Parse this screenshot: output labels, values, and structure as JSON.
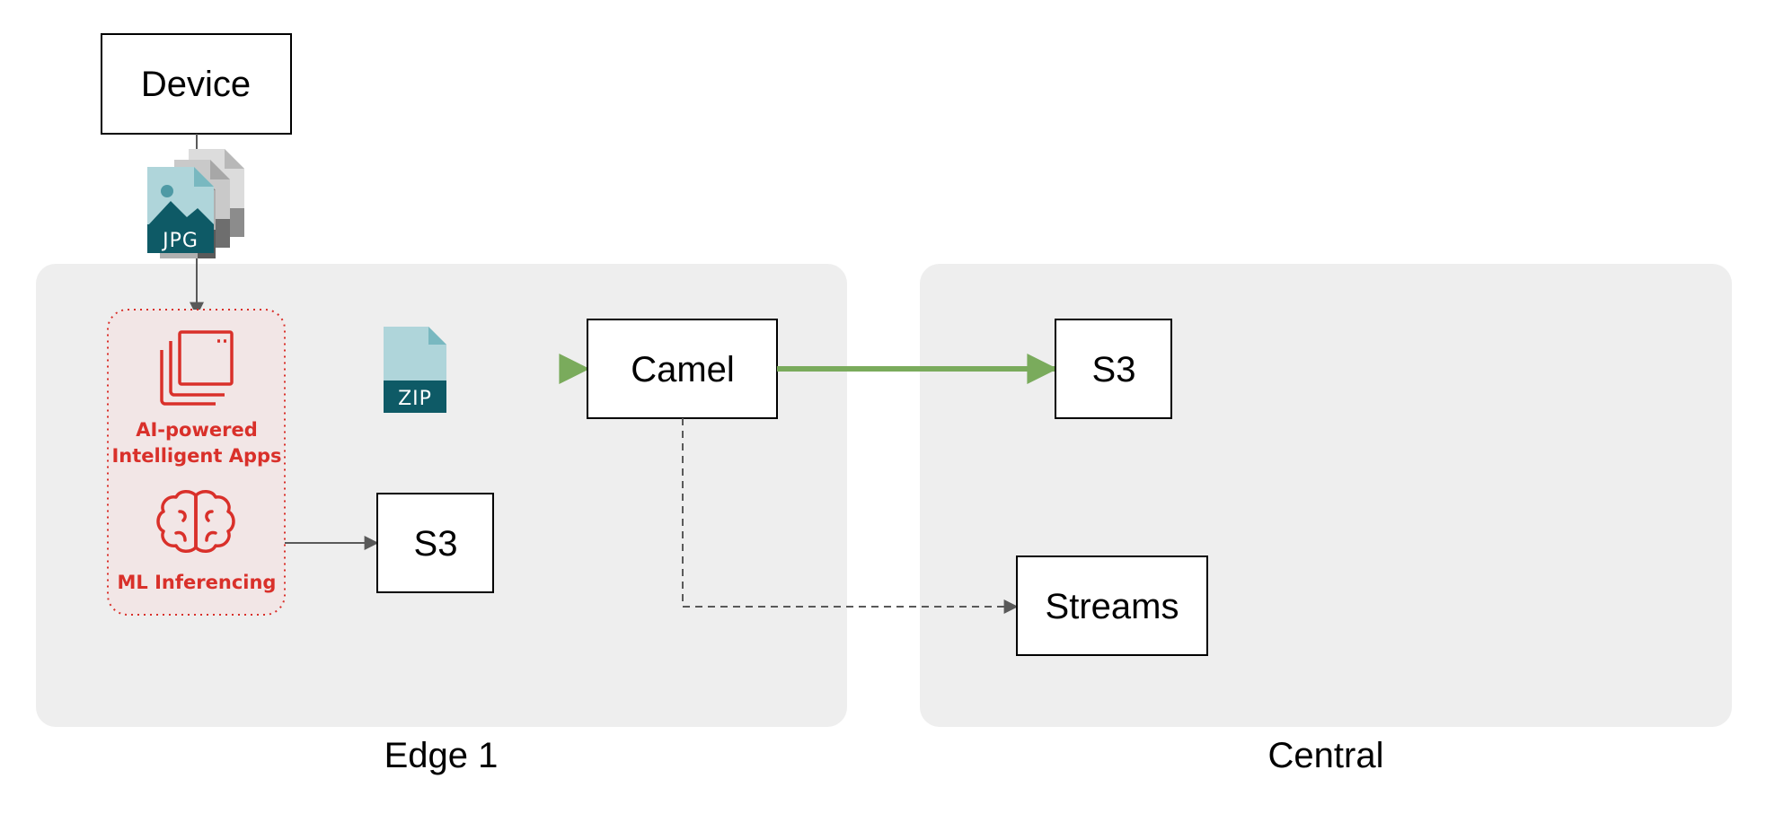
{
  "regions": {
    "edge": {
      "label": "Edge 1"
    },
    "central": {
      "label": "Central"
    }
  },
  "nodes": {
    "device": "Device",
    "camel": "Camel",
    "edge_s3": "S3",
    "central_s3": "S3",
    "streams": "Streams"
  },
  "apps": {
    "ai_line1": "AI-powered",
    "ai_line2": "Intelligent Apps",
    "ml": "ML Inferencing"
  },
  "files": {
    "jpg": "JPG",
    "zip": "ZIP"
  },
  "icons": {
    "image_stack": "jpg-file-stack-icon",
    "zip_file": "zip-file-icon",
    "apps_icon": "intelligent-apps-icon",
    "brain_icon": "brain-icon"
  },
  "colors": {
    "region_bg": "#eeeeee",
    "accent_red": "#d9302a",
    "flow_green": "#7aab5c",
    "arrow_gray": "#595959",
    "file_teal": "#0e5a66",
    "file_light": "#afd5da"
  }
}
